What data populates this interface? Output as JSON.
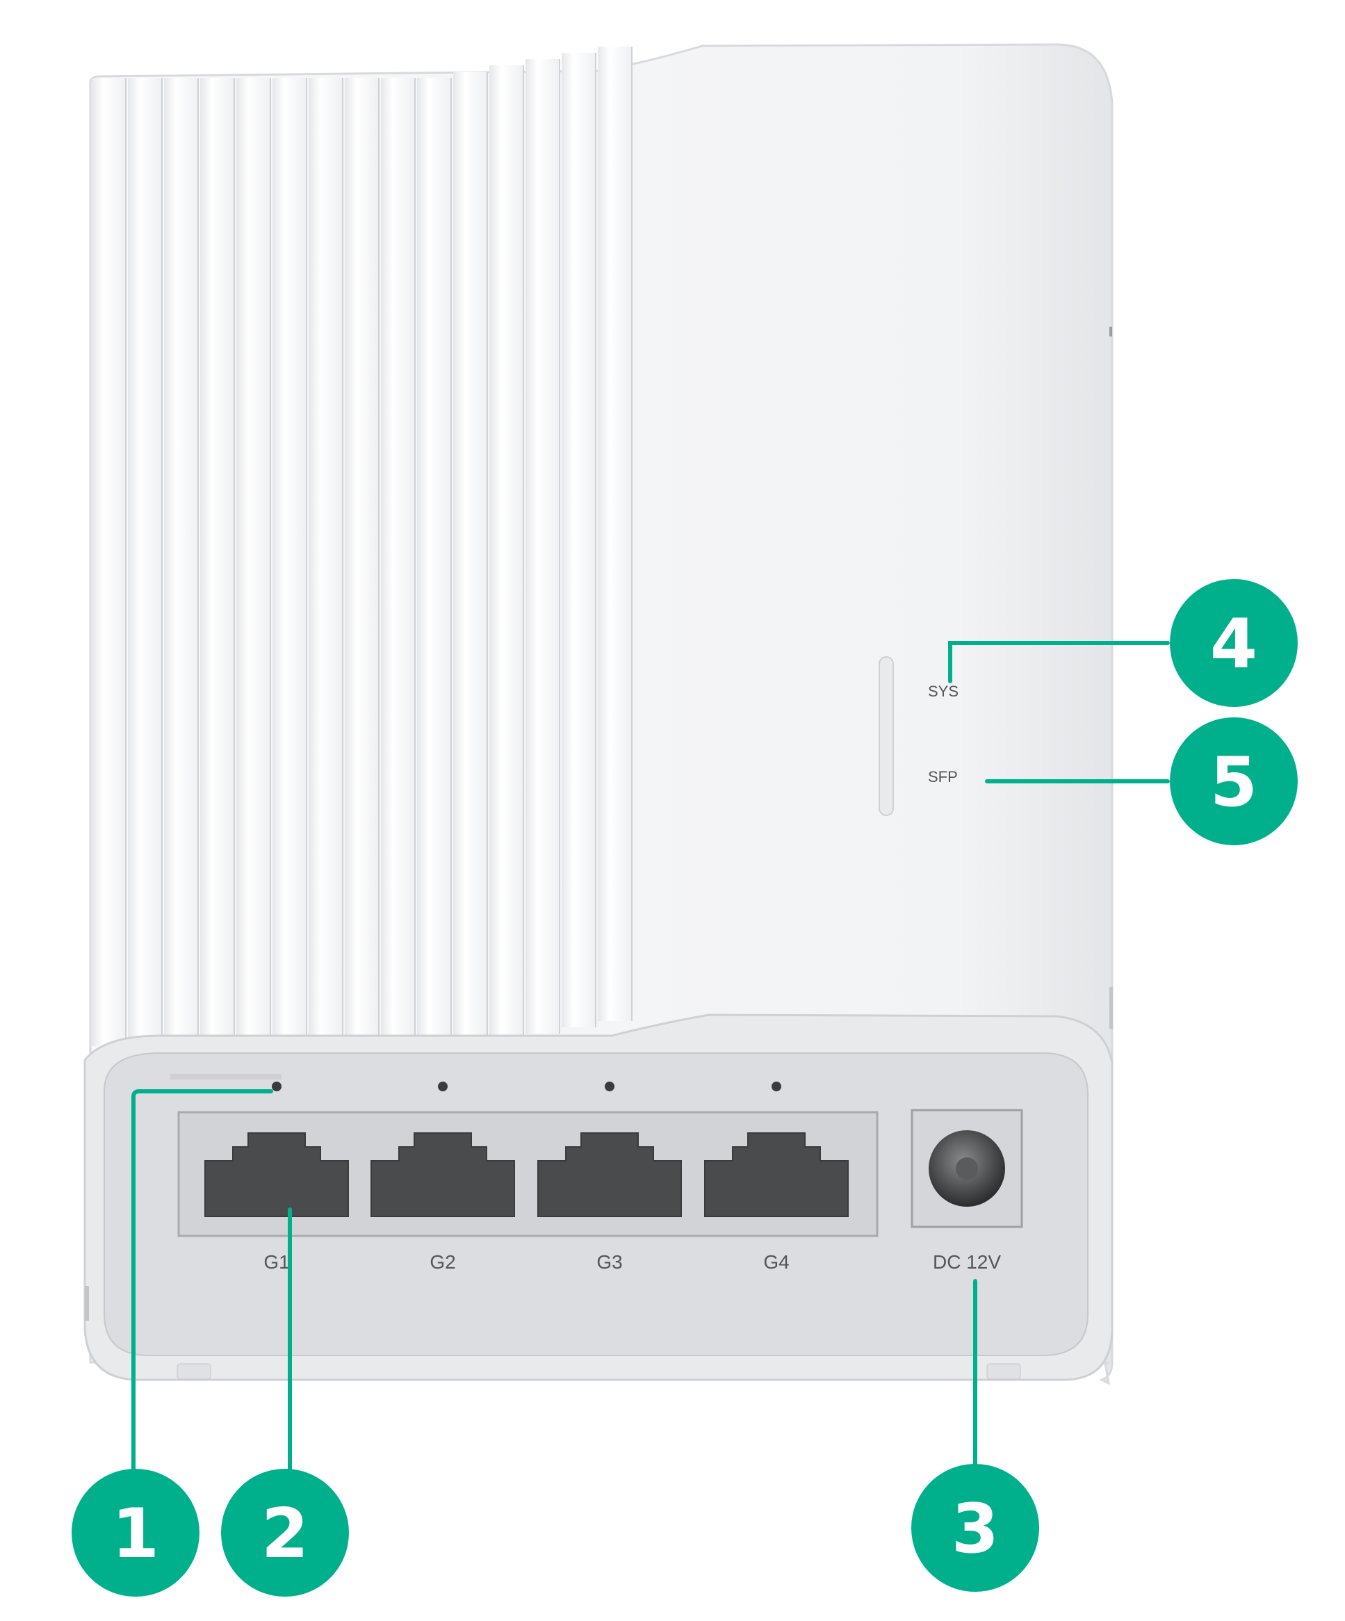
{
  "device_labels": {
    "led_sys": "SYS",
    "led_sfp": "SFP",
    "ports": [
      "G1",
      "G2",
      "G3",
      "G4"
    ],
    "power": "DC 12V"
  },
  "callouts": [
    {
      "number": "1",
      "target": "port-led"
    },
    {
      "number": "2",
      "target": "port-g1"
    },
    {
      "number": "3",
      "target": "power-jack"
    },
    {
      "number": "4",
      "target": "led-sys"
    },
    {
      "number": "5",
      "target": "led-sfp"
    }
  ],
  "colors": {
    "callout": "#00b08c",
    "body": "#f4f5f7",
    "panel": "#dcdde0"
  }
}
